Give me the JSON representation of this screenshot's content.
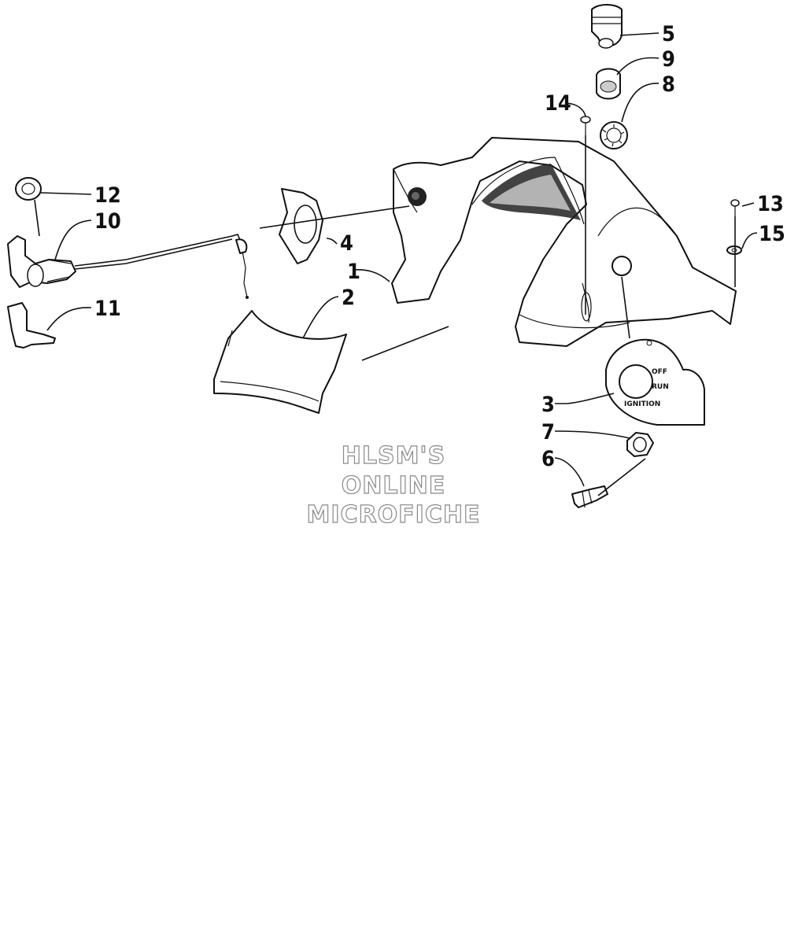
{
  "callouts": [
    {
      "id": "1",
      "label": "1"
    },
    {
      "id": "2",
      "label": "2"
    },
    {
      "id": "3",
      "label": "3"
    },
    {
      "id": "4",
      "label": "4"
    },
    {
      "id": "5",
      "label": "5"
    },
    {
      "id": "6",
      "label": "6"
    },
    {
      "id": "7",
      "label": "7"
    },
    {
      "id": "8",
      "label": "8"
    },
    {
      "id": "9",
      "label": "9"
    },
    {
      "id": "10",
      "label": "10"
    },
    {
      "id": "11",
      "label": "11"
    },
    {
      "id": "12",
      "label": "12"
    },
    {
      "id": "13",
      "label": "13"
    },
    {
      "id": "14",
      "label": "14"
    },
    {
      "id": "15",
      "label": "15"
    }
  ],
  "ignition_plate": {
    "off": "OFF",
    "run": "RUN",
    "ignition": "IGNITION"
  },
  "watermark": [
    "HLSM'S",
    "ONLINE",
    "MICROFICHE"
  ]
}
